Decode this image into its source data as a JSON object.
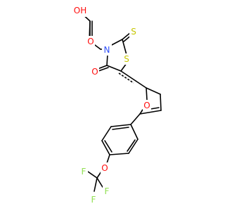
{
  "molecule": {
    "atoms": {
      "O_hydroxyl": "OH",
      "O_carbonyl_acid": "O",
      "N_ring": "N",
      "S_thione": "S",
      "S_ring": "S",
      "O_carbonyl_ring": "O",
      "O_furan": "O",
      "O_ether": "O",
      "F_top_left": "F",
      "F_top_right": "F",
      "F_bottom": "F"
    },
    "colors": {
      "oxygen": "#ff0d0d",
      "nitrogen": "#3050f8",
      "sulfur": "#c6c600",
      "fluorine": "#90e050",
      "carbon": "#000000"
    }
  }
}
